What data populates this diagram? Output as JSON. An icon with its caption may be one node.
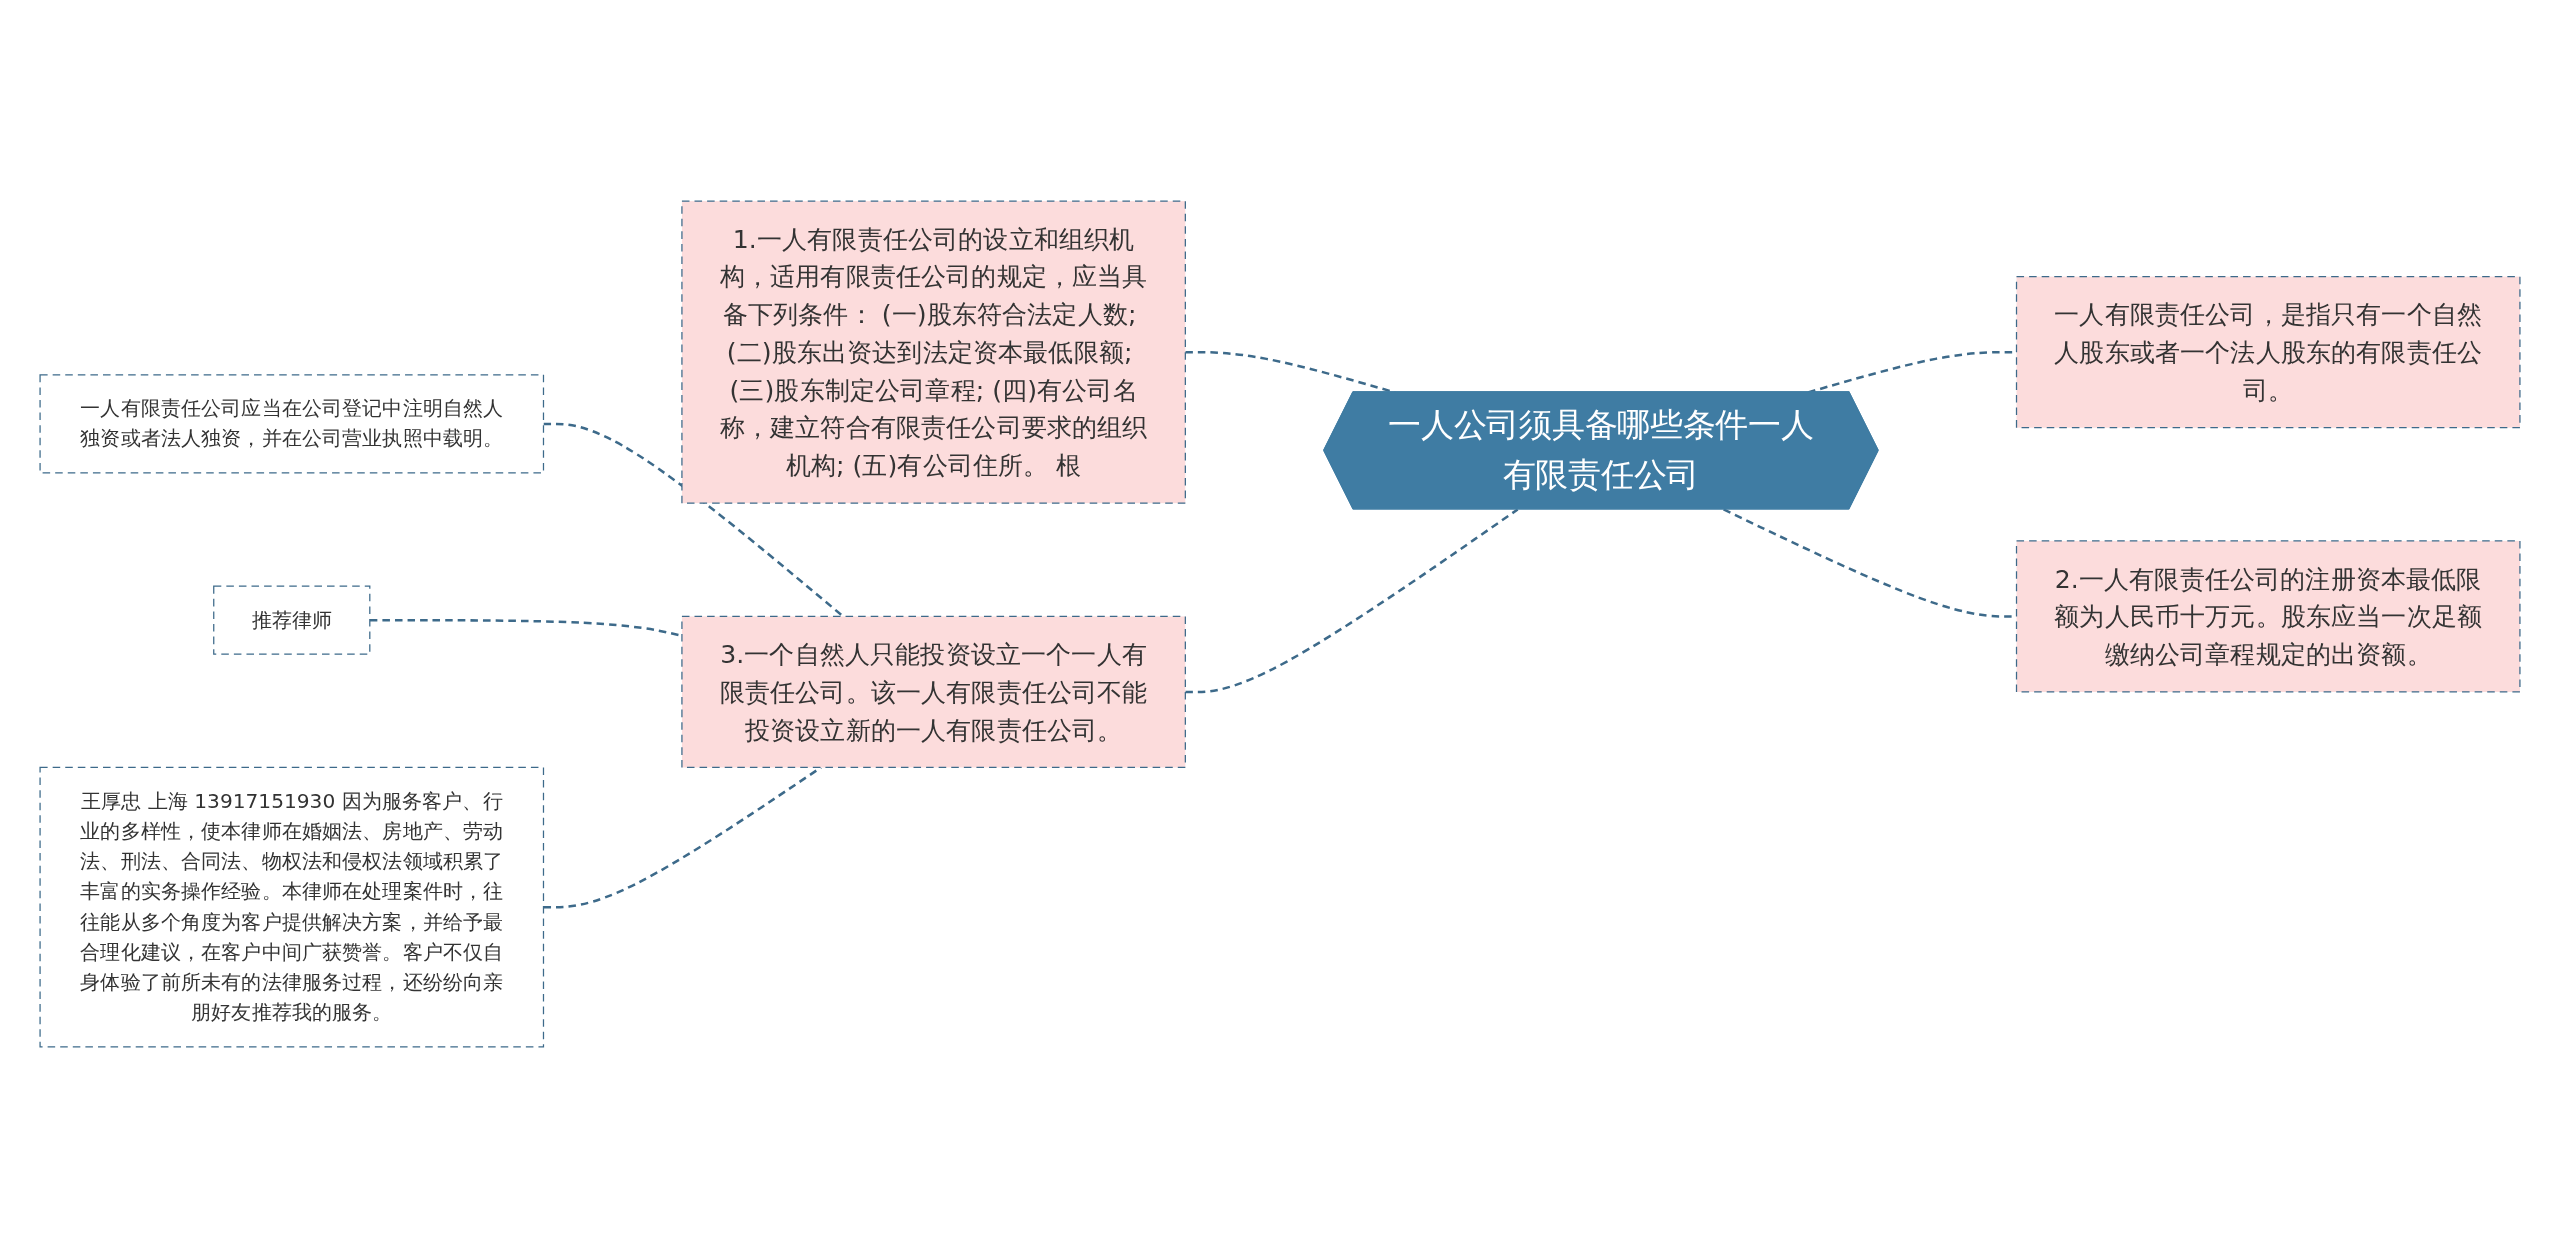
{
  "diagram": {
    "nodes": [
      {
        "text": [
          "一人公司须具备哪些条件一人有限责任公司"
        ]
      },
      {
        "text": [
          "1.一人有限责任公司的设立和组织机构，适用有限责任公司的规定，应当具备下列条件： (一)股东符合法定人数; (二)股东出资达到法定资本最低限额; (三)股东制定公司章程; (四)有公司名称，建立符合有限责任公司要求的组织机构; (五)有公司住所。 根"
        ]
      },
      {
        "text": [
          "3.一个自然人只能投资设立一个一人有限责任公司。该一人有限责任公司不能投资设立新的一人有限责任公司。"
        ]
      },
      {
        "text": [
          "一人有限责任公司应当在公司登记中注明自然人独资或者法人独资，并在公司营业执照中载明。"
        ]
      },
      {
        "text": [
          "推荐律师"
        ]
      },
      {
        "text": [
          "王厚忠 上海 13917151930 因为服务客户、行业的多样性，使本律师在婚姻法、房地产、劳动法、刑法、合同法、物权法和侵权法领域积累了丰富的实务操作经验。本律师在处理案件时，往往能从多个角度为客户提供解决方案，并给予最合理化建议，在客户中间广获赞誉。客户不仅自身体验了前所未有的法律服务过程，还纷纷向亲朋好友推荐我的服务。"
        ]
      },
      {
        "text": [
          "一人有限责任公司，是指只有一个自然人股东或者一个法人股东的有限责任公司。"
        ]
      },
      {
        "text": [
          "2.一人有限责任公司的注册资本最低限额为人民币十万元。股东应当一次足额缴纳公司章程规定的出资额。"
        ]
      }
    ],
    "edges": [
      {
        "from": 1,
        "to": 0,
        "arrow": "none"
      },
      {
        "from": 2,
        "to": 0,
        "arrow": "none"
      },
      {
        "from": 3,
        "to": 2,
        "arrow": "none"
      },
      {
        "from": 4,
        "to": 2,
        "arrow": "none"
      },
      {
        "from": 5,
        "to": 2,
        "arrow": "none"
      },
      {
        "from": 0,
        "to": 6,
        "arrow": "none"
      },
      {
        "from": 0,
        "to": 7,
        "arrow": "none"
      }
    ]
  }
}
